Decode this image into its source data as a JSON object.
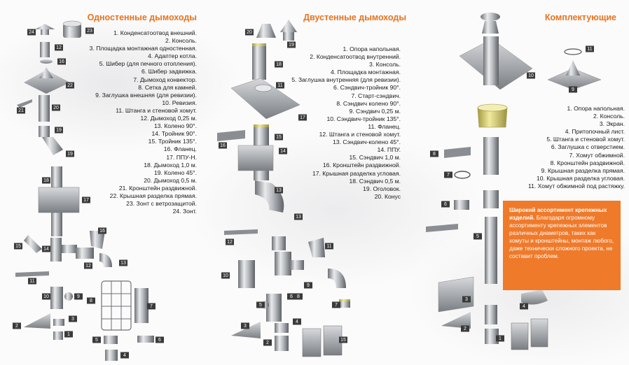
{
  "panels": [
    {
      "title": "Одностенные дымоходы",
      "items": [
        "1. Конденсатоотвод внешний.",
        "2. Консоль.",
        "3. Площадка монтажная одностенная.",
        "4. Адаптер котла.",
        "5. Шибер (для печного отопления).",
        "6. Шибер задвижка.",
        "7. Дымоход конвектор.",
        "8. Сетка для камней.",
        "9. Заглушка внешняя (для ревизии).",
        "10. Ревизия.",
        "11. Штанга и стеновой хомут.",
        "12. Дымоход 0,25 м.",
        "13. Колено 90°.",
        "14. Тройник 90°.",
        "15. Тройник 135°.",
        "16. Фланец.",
        "17. ППУ-Н.",
        "18. Дымоход 1,0 м.",
        "19. Колено 45°.",
        "20. Дымоход 0,5 м.",
        "21. Кронштейн раздвижной.",
        "22. Крышная разделка прямая.",
        "23. Зонт с ветрозащитой.",
        "24. Зонт."
      ],
      "tags": [
        "24",
        "23",
        "12",
        "16",
        "22",
        "21",
        "20",
        "19",
        "19",
        "18",
        "17",
        "16",
        "15",
        "14",
        "13",
        "12",
        "11",
        "10",
        "9",
        "8",
        "7",
        "3",
        "2",
        "1",
        "5",
        "6",
        "4"
      ]
    },
    {
      "title": "Двустенные дымоходы",
      "items": [
        "1. Опора напольная.",
        "2. Конденсатоотвод внутренний.",
        "3. Консоль.",
        "4. Площадка монтажная.",
        "5. Заглушка внутренняя (для ревизии).",
        "6.  Сэндвич-тройник 90°.",
        "7. Старт-сэндвич.",
        "8. Сэндвич колено 90°.",
        "9. Сэндвич 0,25 м.",
        "10. Сэндвич-тройник 135°.",
        "11. Фланец.",
        "12. Штанга и стеновой хомут.",
        "13. Сэндвич-колено 45°.",
        "14. ППУ.",
        "15. Сэндвич 1,0 м.",
        "16. Кронштейн раздвижной.",
        "17. Крышная разделка угловая.",
        "18. Сэндвич 0,5 м.",
        "19. Оголовок.",
        "20. Конус"
      ],
      "tags": [
        "20",
        "19",
        "18",
        "11",
        "17",
        "16",
        "15",
        "14",
        "13",
        "13",
        "12",
        "10",
        "11",
        "8",
        "9",
        "5",
        "6",
        "7",
        "3",
        "4",
        "2",
        "15"
      ]
    },
    {
      "title": "Комплектующие",
      "items": [
        "1. Опора напольная.",
        "2. Консоль.",
        "3. Экран.",
        "4. Притопочный лист.",
        "5. Штанга и стеновой хомут.",
        "6. Заглушка с отверстием.",
        "7. Хомут обжимной.",
        "8. Кронштейн раздвижной.",
        "9. Крышная разделка прямая.",
        "10. Крышная разделка угловая.",
        "11. Хомут обжимной под растяжку."
      ],
      "tags": [
        "11",
        "10",
        "9",
        "8",
        "7",
        "6",
        "5",
        "3",
        "4",
        "2",
        "1"
      ],
      "callout": {
        "lead": "Широкий ассортимент крепежных изделий.",
        "body": "Благодаря огромному ассортименту крепежных элементов различных диаметров, таких как хомуты и кронштейны, монтаж любого, даже технически сложного проекта, не составит проблем."
      }
    }
  ],
  "colors": {
    "accent": "#e8731e",
    "callout_bg": "#ee7a2a",
    "tag_bg": "#3a3a3a",
    "metal": "#b9bcc0",
    "metal_dark": "#6e7276",
    "gold": "#d8cf7a"
  },
  "icons": [
    "chimney-part-icon",
    "number-tag-icon"
  ]
}
